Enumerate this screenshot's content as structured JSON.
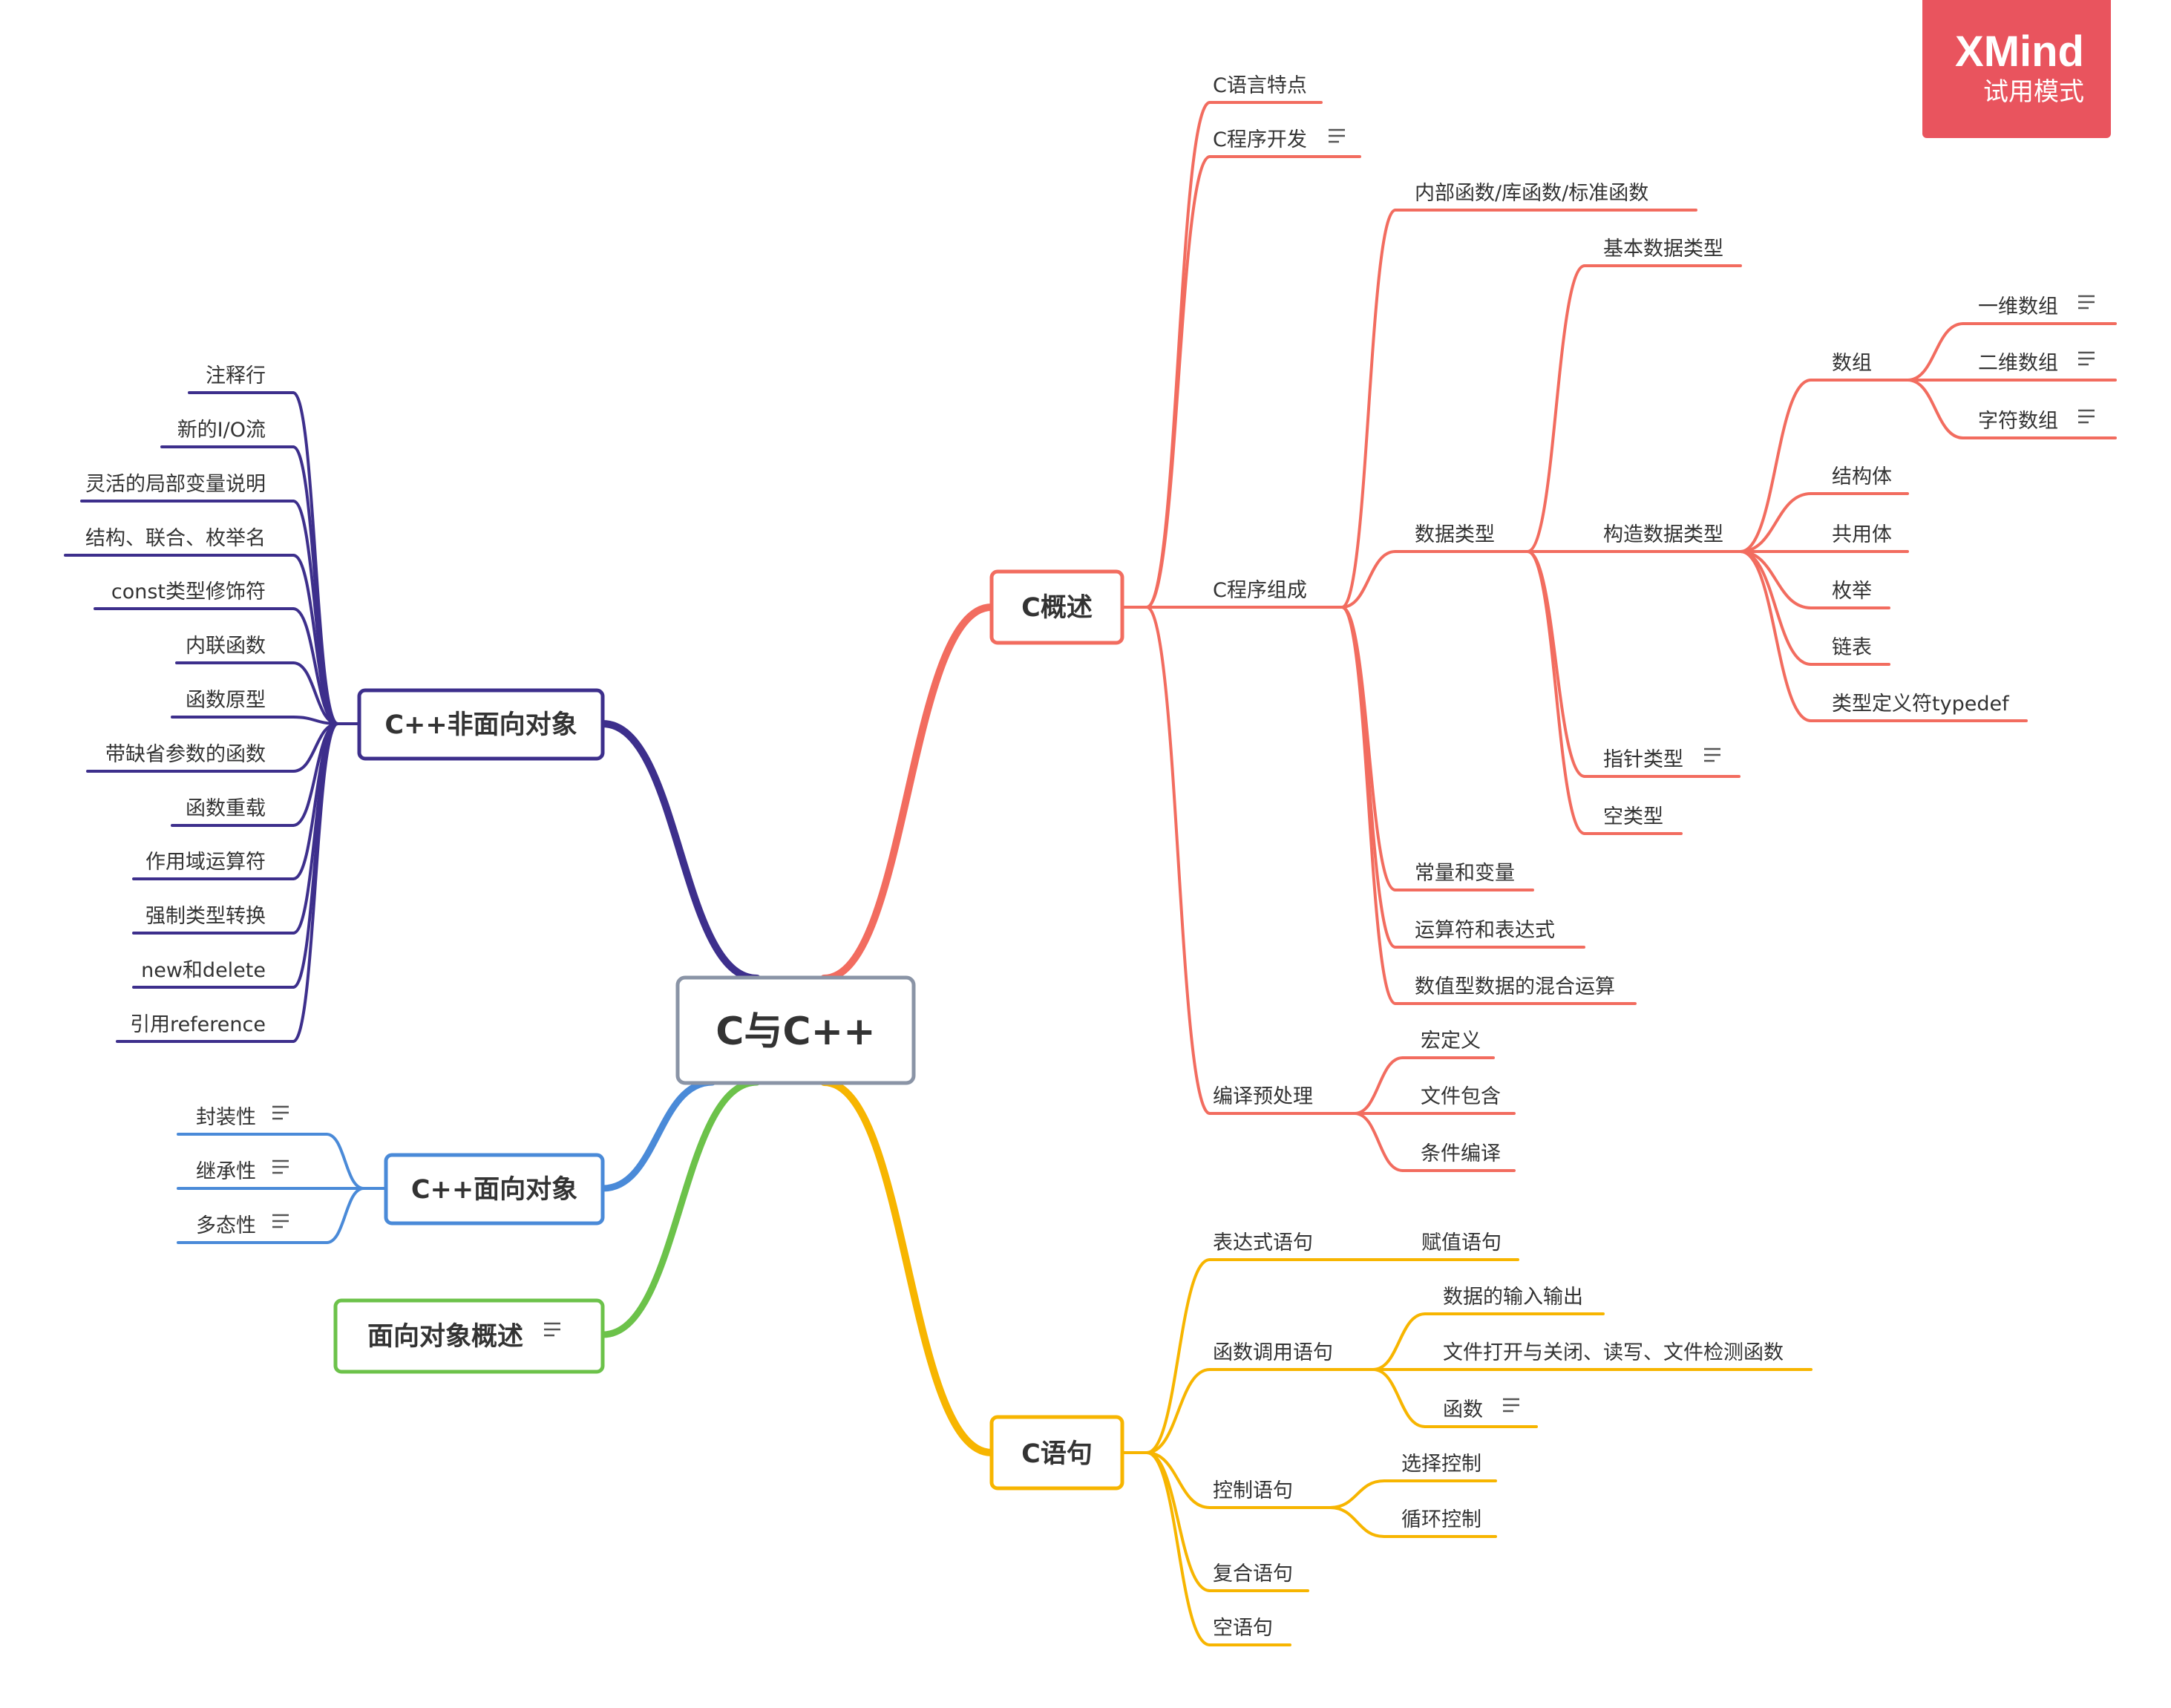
{
  "root": {
    "label": "C与C++"
  },
  "branches": {
    "c_overview": {
      "label": "C概述",
      "color": "#f26c5f",
      "c_features": "C语言特点",
      "c_dev": "C程序开发",
      "c_compose": "C程序组成",
      "internal_funcs": "内部函数/库函数/标准函数",
      "data_types": "数据类型",
      "basic_types": "基本数据类型",
      "constructed_types": "构造数据类型",
      "array": "数组",
      "array_1d": "一维数组",
      "array_2d": "二维数组",
      "char_array": "字符数组",
      "struct": "结构体",
      "union": "共用体",
      "enum": "枚举",
      "linked_list": "链表",
      "typedef": "类型定义符typedef",
      "pointer_type": "指针类型",
      "void_type": "空类型",
      "const_var": "常量和变量",
      "operators": "运算符和表达式",
      "mixed_ops": "数值型数据的混合运算",
      "preprocess": "编译预处理",
      "macro": "宏定义",
      "file_include": "文件包含",
      "cond_compile": "条件编译"
    },
    "c_statements": {
      "label": "C语句",
      "color": "#f7b500",
      "expr_stmt": "表达式语句",
      "assign_stmt": "赋值语句",
      "func_call_stmt": "函数调用语句",
      "io": "数据的输入输出",
      "file_ops": "文件打开与关闭、读写、文件检测函数",
      "functions": "函数",
      "control_stmt": "控制语句",
      "select_ctrl": "选择控制",
      "loop_ctrl": "循环控制",
      "compound_stmt": "复合语句",
      "empty_stmt": "空语句"
    },
    "cpp_non_oo": {
      "label": "C++非面向对象",
      "color": "#3d2f8c",
      "items": [
        "注释行",
        "新的I/O流",
        "灵活的局部变量说明",
        "结构、联合、枚举名",
        "const类型修饰符",
        "内联函数",
        "函数原型",
        "带缺省参数的函数",
        "函数重载",
        "作用域运算符",
        "强制类型转换",
        "new和delete",
        "引用reference"
      ]
    },
    "cpp_oo": {
      "label": "C++面向对象",
      "color": "#4a8ad8",
      "items": [
        "封装性",
        "继承性",
        "多态性"
      ]
    },
    "oo_overview": {
      "label": "面向对象概述",
      "color": "#6cc24a"
    }
  },
  "colors": {
    "root_border": "#8a94a6",
    "badge_bg": "#e9545e",
    "text": "#333333"
  },
  "icons": {
    "note": "notes-icon"
  },
  "watermark": {
    "title": "XMind",
    "subtitle": "试用模式"
  }
}
